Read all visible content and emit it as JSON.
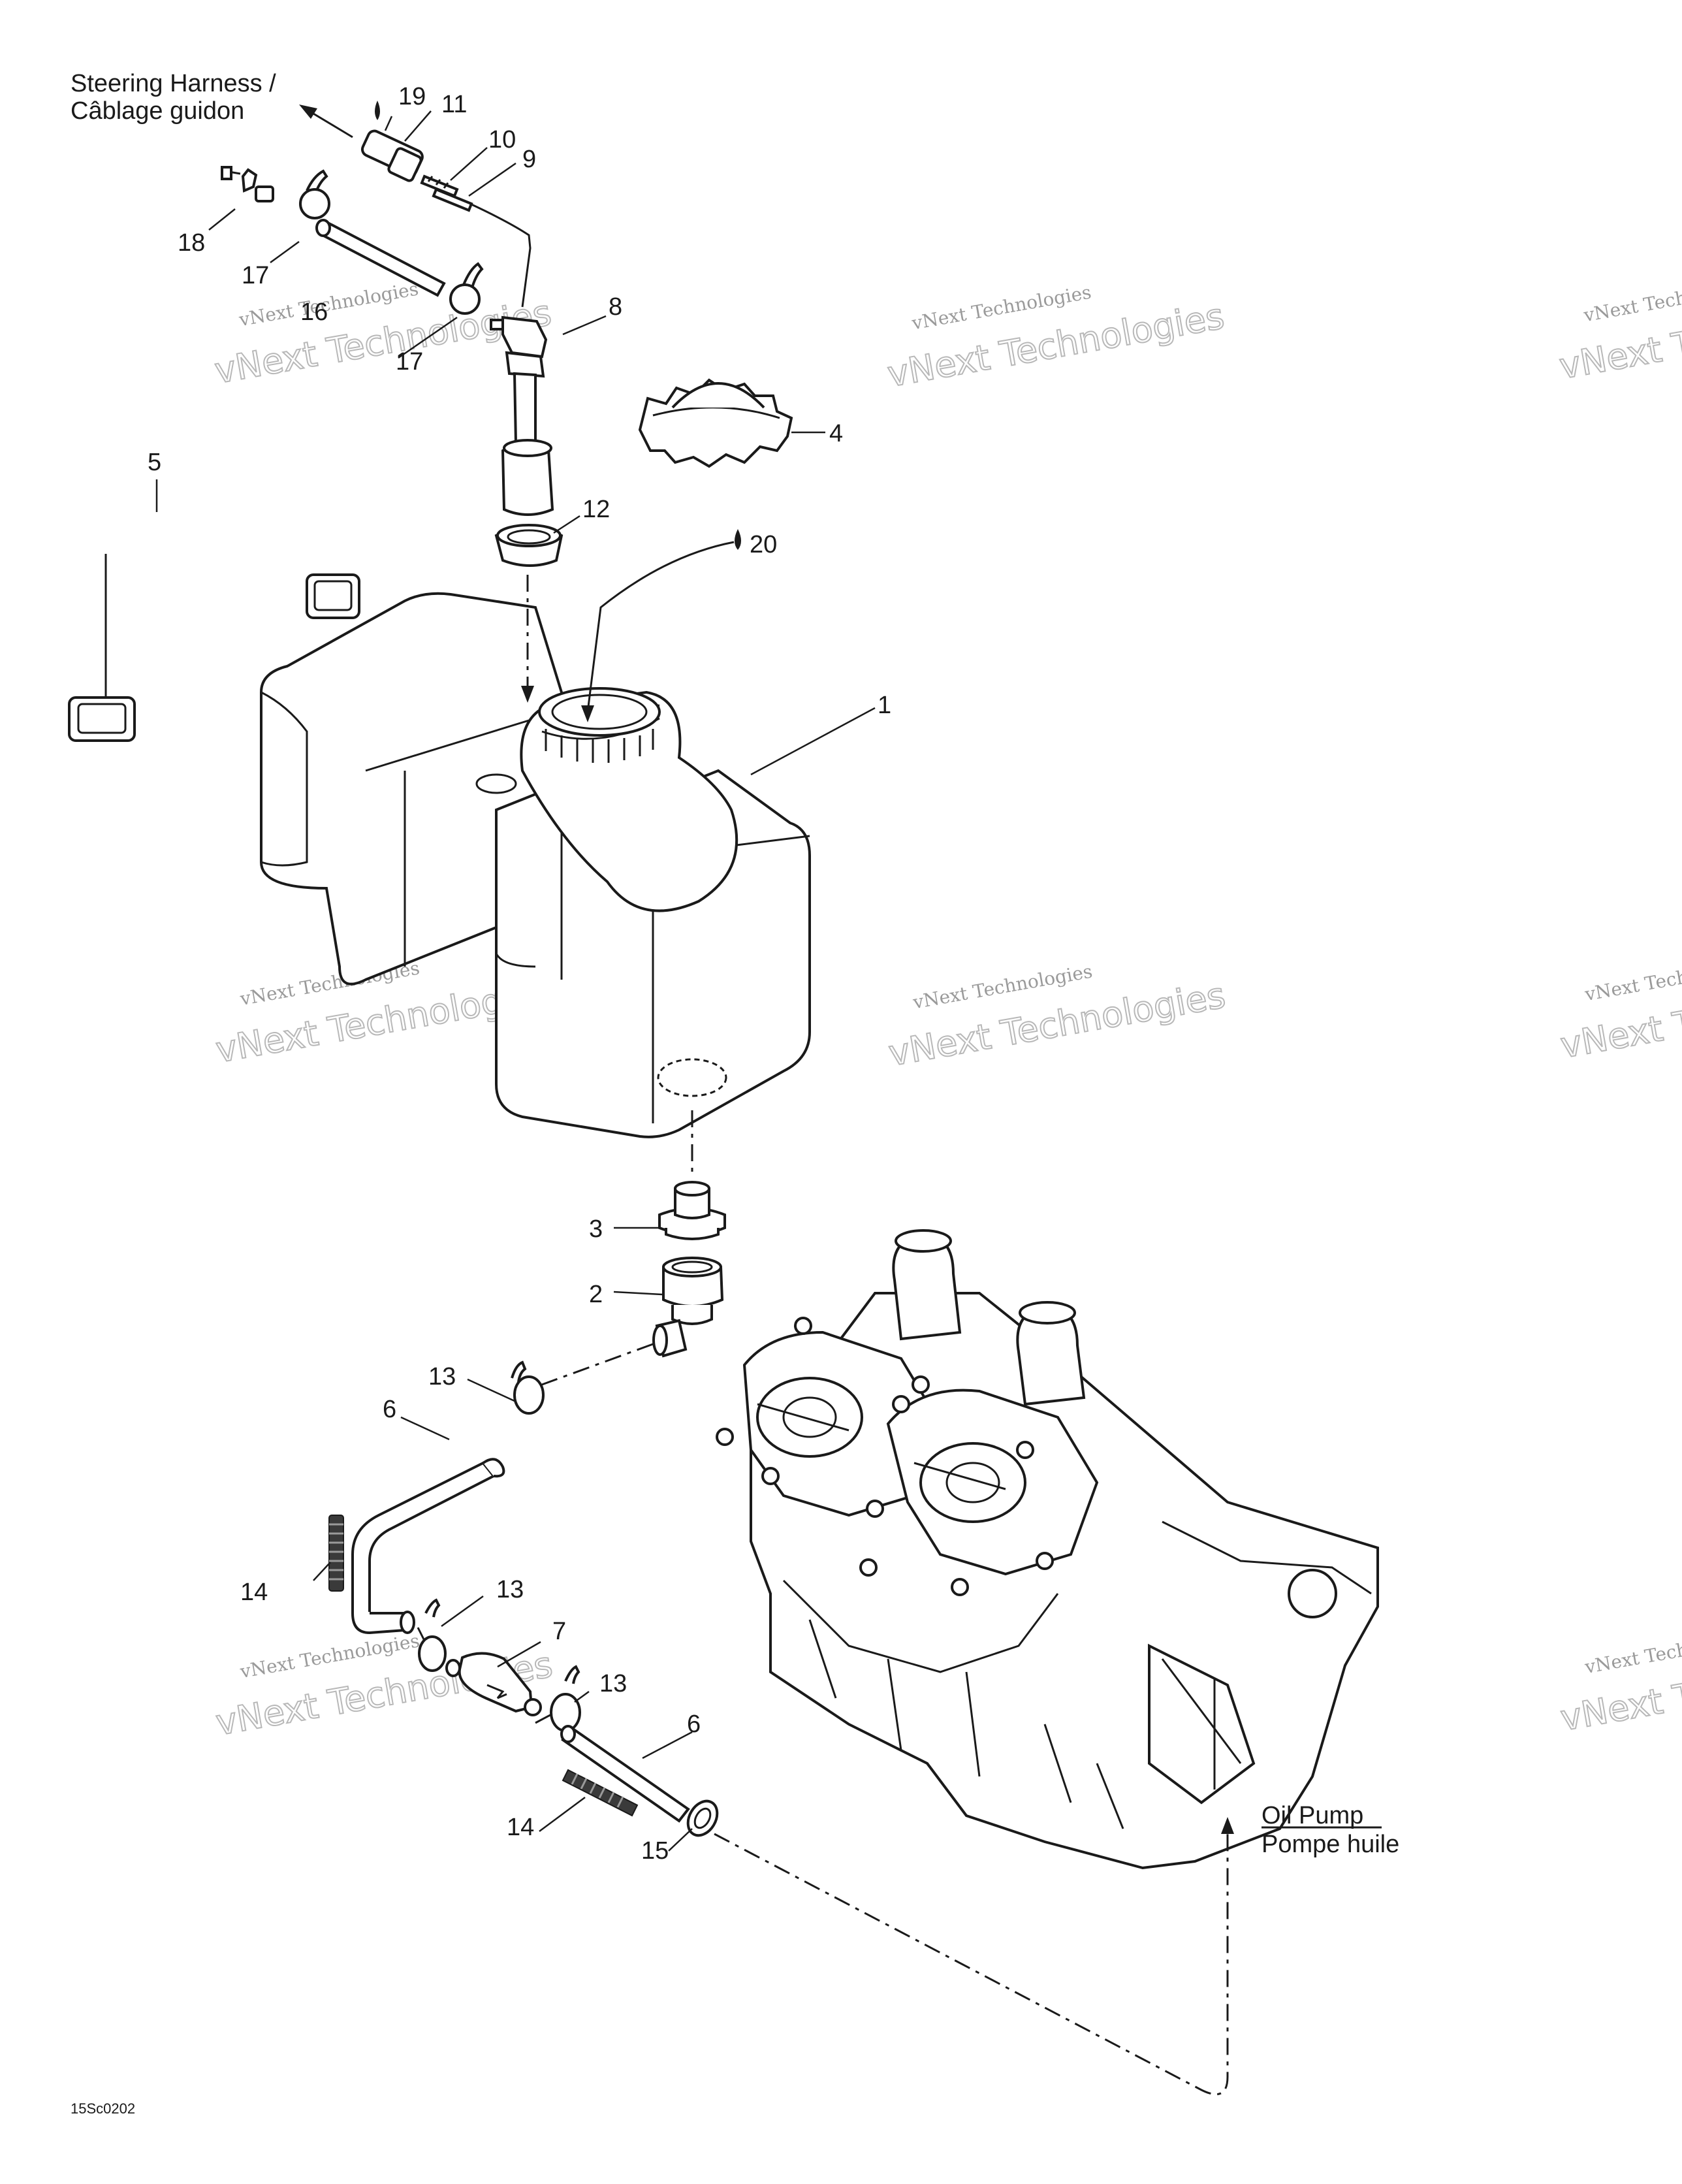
{
  "diagram": {
    "top_annotation": {
      "line1": "Steering Harness /",
      "line2": "Câblage guidon"
    },
    "pump_annotation": {
      "line1": "Oil Pump",
      "line2": "Pompe huile"
    },
    "footer_code": "15Sc0202",
    "watermark": {
      "line1": "vNext Technologies",
      "line2": "vNext Technologies"
    },
    "part_labels": {
      "p1": "1",
      "p2": "2",
      "p3": "3",
      "p4": "4",
      "p5": "5",
      "p6a": "6",
      "p6b": "6",
      "p7": "7",
      "p8": "8",
      "p9": "9",
      "p10": "10",
      "p11": "11",
      "p12": "12",
      "p13a": "13",
      "p13b": "13",
      "p13c": "13",
      "p14a": "14",
      "p14b": "14",
      "p15": "15",
      "p16": "16",
      "p17a": "17",
      "p17b": "17",
      "p18": "18",
      "p19": "19",
      "p20": "20"
    }
  }
}
